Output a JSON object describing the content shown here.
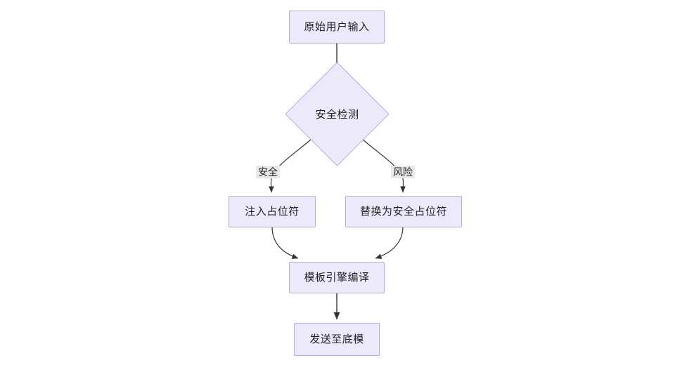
{
  "diagram": {
    "type": "flowchart",
    "direction": "top-to-bottom",
    "background_color": "#FFFFFF",
    "node_fill_color": "#ECEAFA",
    "node_border_color": "#BBA8DD",
    "edge_color": "#333333",
    "edge_label_background": "#E8E8E8",
    "nodes": [
      {
        "id": "input",
        "label": "原始用户输入",
        "shape": "rectangle"
      },
      {
        "id": "check",
        "label": "安全检测",
        "shape": "diamond"
      },
      {
        "id": "inject",
        "label": "注入占位符",
        "shape": "rectangle"
      },
      {
        "id": "replace",
        "label": "替换为安全占位符",
        "shape": "rectangle"
      },
      {
        "id": "compile",
        "label": "模板引擎编译",
        "shape": "rectangle"
      },
      {
        "id": "send",
        "label": "发送至底模",
        "shape": "rectangle"
      }
    ],
    "edges": [
      {
        "from": "input",
        "to": "check",
        "label": ""
      },
      {
        "from": "check",
        "to": "inject",
        "label": "安全"
      },
      {
        "from": "check",
        "to": "replace",
        "label": "风险"
      },
      {
        "from": "inject",
        "to": "compile",
        "label": ""
      },
      {
        "from": "replace",
        "to": "compile",
        "label": ""
      },
      {
        "from": "compile",
        "to": "send",
        "label": ""
      }
    ]
  }
}
